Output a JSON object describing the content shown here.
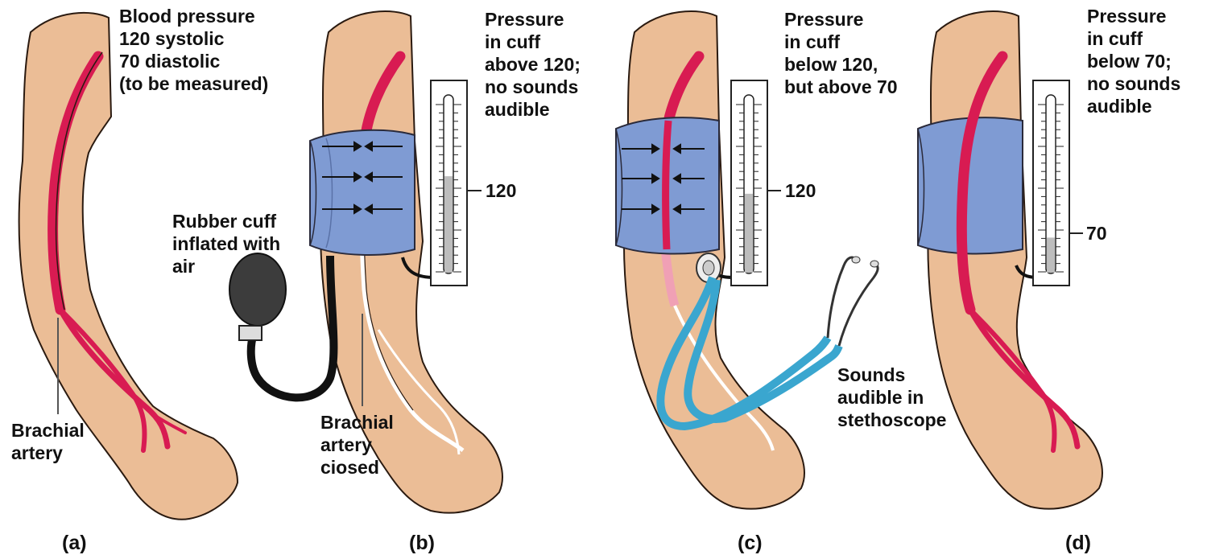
{
  "colors": {
    "skin": "#ebbd96",
    "skin_outline": "#2a1a10",
    "artery": "#d81b52",
    "cuff": "#7f9bd3",
    "cuff_outline": "#2a2a3a",
    "stethoscope": "#3aa6cf",
    "bulb": "#3c3c3c",
    "tube": "#111111",
    "mercury": "#bdbdbd"
  },
  "panels": [
    {
      "letter": "(a)",
      "top_label": [
        "Blood pressure",
        "120 systolic",
        "70 diastolic",
        "(to be measured)"
      ],
      "artery_label": [
        "Brachial",
        "artery"
      ]
    },
    {
      "letter": "(b)",
      "top_label": [
        "Pressure",
        "in cuff",
        "above 120;",
        "no sounds",
        "audible"
      ],
      "gauge_label": "120",
      "gauge_level": 0.55,
      "cuff_label": [
        "Rubber cuff",
        "inflated with",
        "air"
      ],
      "artery_label": [
        "Brachial",
        "artery",
        "ciosed"
      ]
    },
    {
      "letter": "(c)",
      "top_label": [
        "Pressure",
        "in cuff",
        "below 120,",
        "but above 70"
      ],
      "gauge_label": "120",
      "gauge_level": 0.45,
      "sound_label": [
        "Sounds",
        "audible in",
        "stethoscope"
      ]
    },
    {
      "letter": "(d)",
      "top_label": [
        "Pressure",
        "in cuff",
        "below 70;",
        "no sounds",
        "audible"
      ],
      "gauge_label": "70",
      "gauge_level": 0.2
    }
  ]
}
